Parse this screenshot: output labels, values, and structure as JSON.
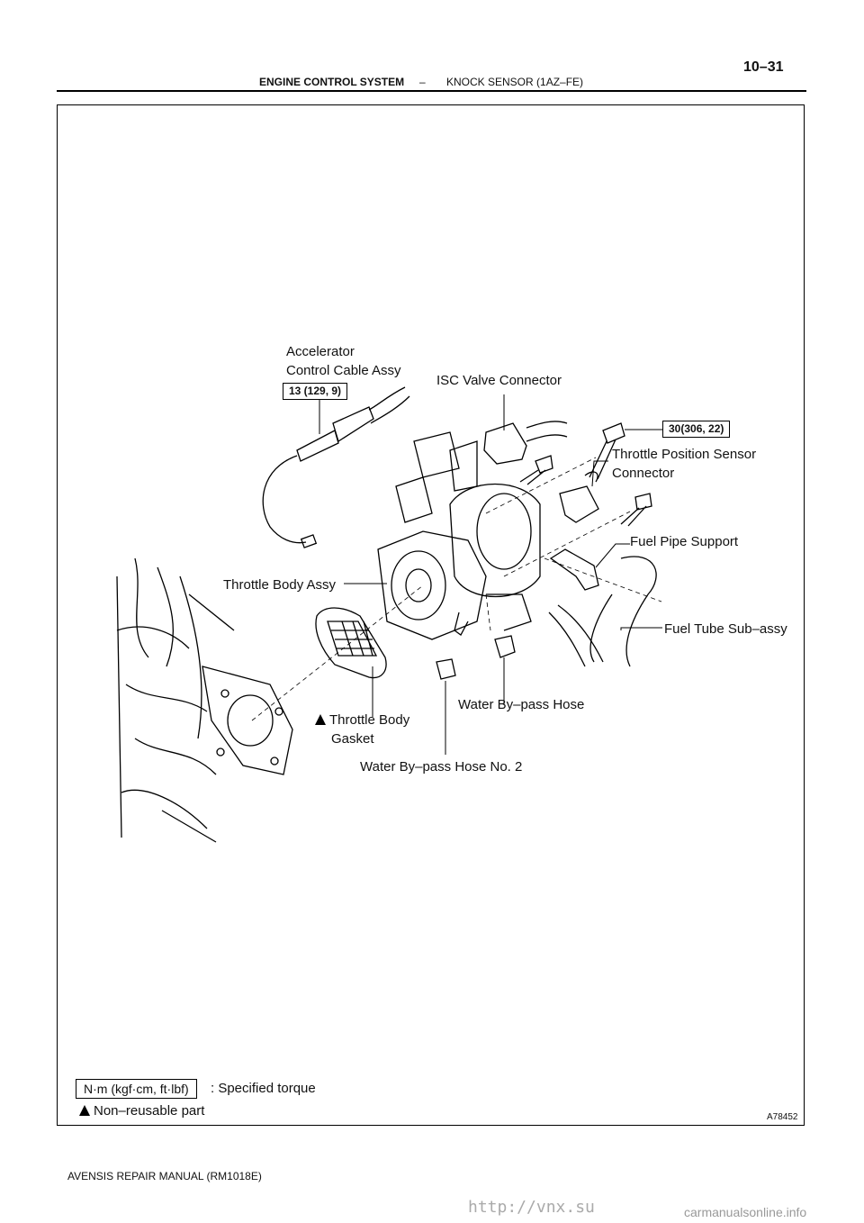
{
  "header": {
    "section": "ENGINE CONTROL SYSTEM",
    "dash": "–",
    "subsection": "KNOCK SENSOR (1AZ–FE)",
    "page_number": "10–31"
  },
  "diagram": {
    "labels": {
      "accelerator_cable_l1": "Accelerator",
      "accelerator_cable_l2": "Control Cable Assy",
      "isc_connector": "ISC Valve Connector",
      "tps_connector_l1": "Throttle Position Sensor",
      "tps_connector_l2": "Connector",
      "fuel_pipe_support": "Fuel Pipe Support",
      "throttle_body": "Throttle Body Assy",
      "fuel_tube": "Fuel Tube Sub–assy",
      "water_bypass_hose": "Water By–pass Hose",
      "gasket_l1": "Throttle Body",
      "gasket_l2": "Gasket",
      "water_bypass_hose_2": "Water By–pass Hose No. 2"
    },
    "torques": {
      "cable": "13 (129, 9)",
      "bolts": "30(306, 22)"
    },
    "figure_id": "A78452"
  },
  "legend": {
    "unit_box": "N·m (kgf·cm, ft·lbf)",
    "specified_torque": ": Specified torque",
    "non_reusable": "Non–reusable part"
  },
  "footer": {
    "manual": "AVENSIS REPAIR MANUAL   (RM1018E)",
    "watermark": "http://vnx.su",
    "watermark2": "carmanualsonline.info"
  }
}
